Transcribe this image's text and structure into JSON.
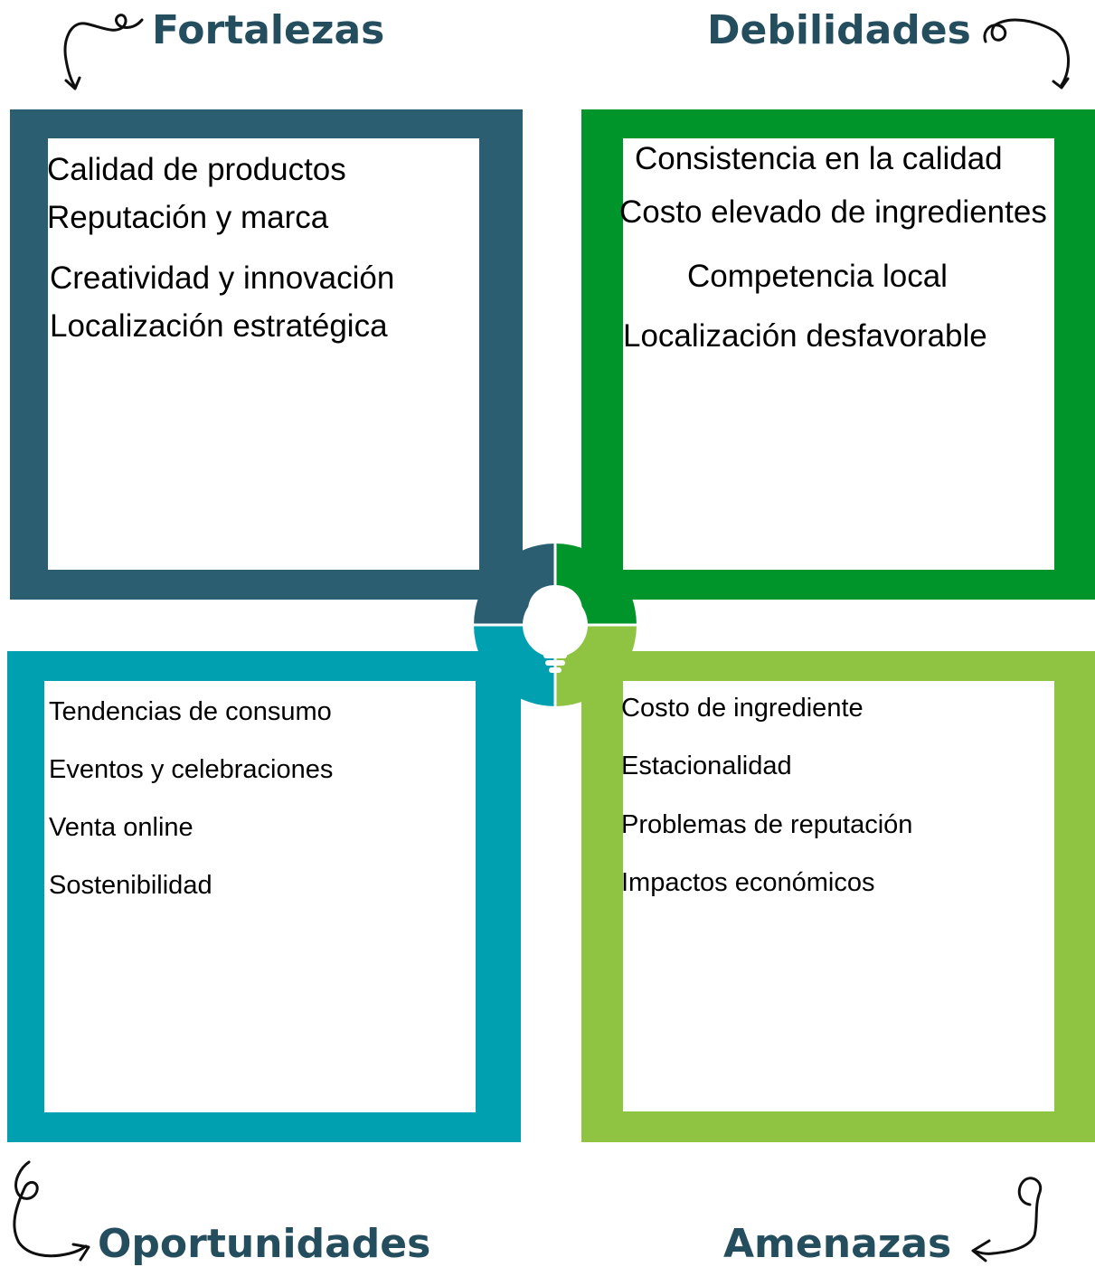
{
  "colors": {
    "fortalezas": "#2a5e70",
    "debilidades": "#00952a",
    "oportunidades": "#00a0b0",
    "amenazas": "#8fc443",
    "title_text": "#244e5e",
    "item_text": "#000000"
  },
  "fortalezas": {
    "title": "Fortalezas",
    "items": [
      "Calidad de productos",
      "Reputación y marca",
      "Creatividad y innovación",
      "Localización estratégica"
    ]
  },
  "debilidades": {
    "title": "Debilidades",
    "items": [
      "Consistencia en la calidad",
      "Costo elevado de ingredientes",
      "Competencia local",
      "Localización desfavorable"
    ]
  },
  "oportunidades": {
    "title": "Oportunidades",
    "items": [
      "Tendencias de consumo",
      "Eventos y celebraciones",
      "Venta online",
      "Sostenibilidad"
    ]
  },
  "amenazas": {
    "title": "Amenazas",
    "items": [
      "Costo de ingrediente",
      "Estacionalidad",
      "Problemas de reputación",
      "Impactos económicos"
    ]
  },
  "icons": {
    "center": "lightbulb-icon",
    "arrows": "curly-arrow-icon"
  }
}
